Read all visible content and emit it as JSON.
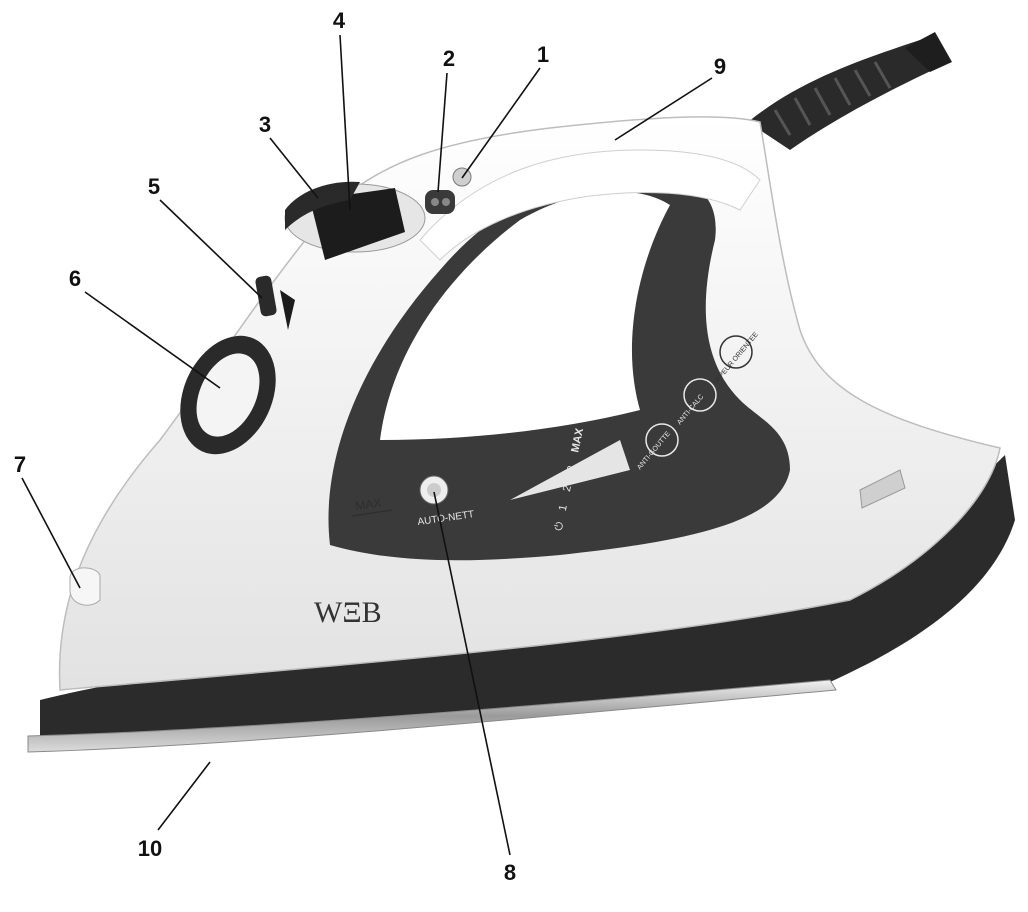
{
  "callouts": [
    {
      "id": "1",
      "label": "1"
    },
    {
      "id": "2",
      "label": "2"
    },
    {
      "id": "3",
      "label": "3"
    },
    {
      "id": "4",
      "label": "4"
    },
    {
      "id": "5",
      "label": "5"
    },
    {
      "id": "6",
      "label": "6"
    },
    {
      "id": "7",
      "label": "7"
    },
    {
      "id": "8",
      "label": "8"
    },
    {
      "id": "9",
      "label": "9"
    },
    {
      "id": "10",
      "label": "10"
    }
  ],
  "iron": {
    "brand": "WΞB",
    "max_mark": "MAX",
    "auto_nett_label": "AUTO-NETT",
    "steam_scale": [
      "⏻",
      "1",
      "2",
      "3",
      "MAX"
    ],
    "feature_badges": [
      "ANTI-GOUTTE",
      "ANTI-CALC",
      "VAPEUR ORIENTEE"
    ]
  },
  "colors": {
    "body": "#f4f4f4",
    "dark_panel": "#3a3a3a",
    "soleplate_base": "#2b2b2b",
    "soleplate_rim": "#c9c9c9"
  }
}
